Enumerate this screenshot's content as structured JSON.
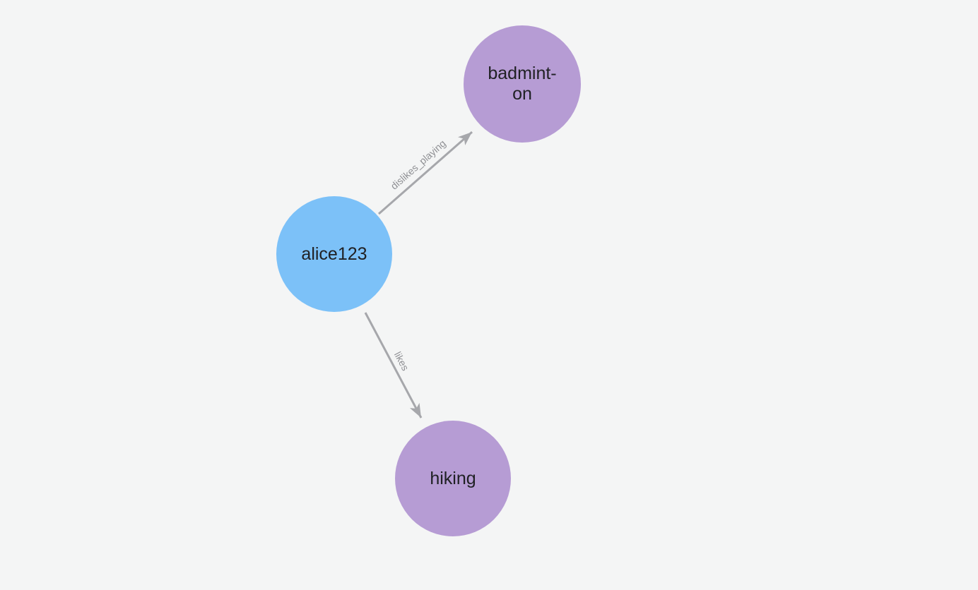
{
  "graph": {
    "nodes": [
      {
        "id": "alice123",
        "label": "alice123",
        "type": "user",
        "color": "#7cc1f8"
      },
      {
        "id": "badminton",
        "label": "badmint-\non",
        "type": "interest",
        "color": "#b69cd4"
      },
      {
        "id": "hiking",
        "label": "hiking",
        "type": "interest",
        "color": "#b69cd4"
      }
    ],
    "edges": [
      {
        "from": "alice123",
        "to": "badminton",
        "label": "dislikes_playing"
      },
      {
        "from": "alice123",
        "to": "hiking",
        "label": "likes"
      }
    ]
  },
  "colors": {
    "background": "#f4f5f5",
    "user_node": "#7cc1f8",
    "interest_node": "#b69cd4",
    "node_label": "#202124",
    "edge": "#a6a7ab",
    "edge_label": "#8e8f93"
  }
}
